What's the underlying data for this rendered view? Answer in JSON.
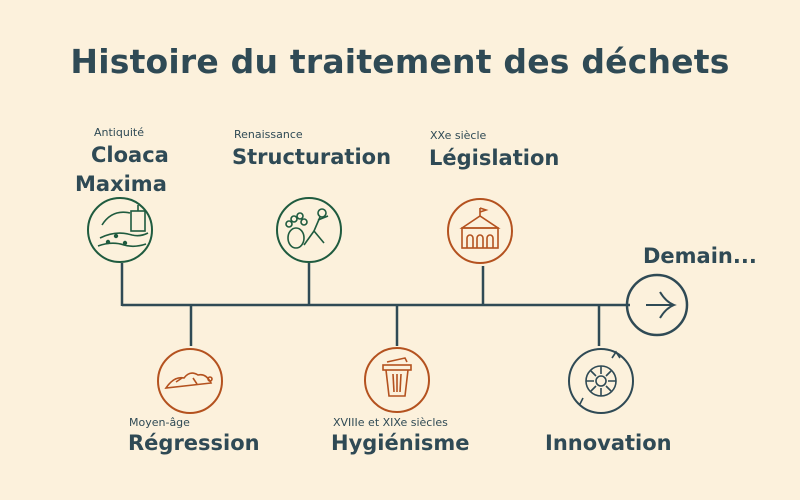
{
  "title": "Histoire du traitement des déchets",
  "colors": {
    "background": "#fcf1dc",
    "ink": "#2f4a55",
    "green": "#1f5b3f",
    "orange": "#b4521f"
  },
  "milestones": [
    {
      "era": "Antiquité",
      "name_line1": "Cloaca",
      "name_line2": "Maxima",
      "icon": "cloaca-aqueduct-icon",
      "color": "green"
    },
    {
      "era": "Moyen-âge",
      "name": "Régression",
      "icon": "waste-pile-icon",
      "color": "orange"
    },
    {
      "era": "Renaissance",
      "name": "Structuration",
      "icon": "waste-collector-icon",
      "color": "green"
    },
    {
      "era": "XVIIIe et XIXe siècles",
      "name": "Hygiénisme",
      "icon": "trash-can-icon",
      "color": "orange"
    },
    {
      "era": "XXe siècle",
      "name": "Législation",
      "icon": "public-building-icon",
      "color": "orange"
    },
    {
      "era": "",
      "name": "Innovation",
      "icon": "recycling-gear-icon",
      "color": "ink"
    }
  ],
  "future": {
    "label": "Demain...",
    "icon": "arrow-right-icon"
  }
}
